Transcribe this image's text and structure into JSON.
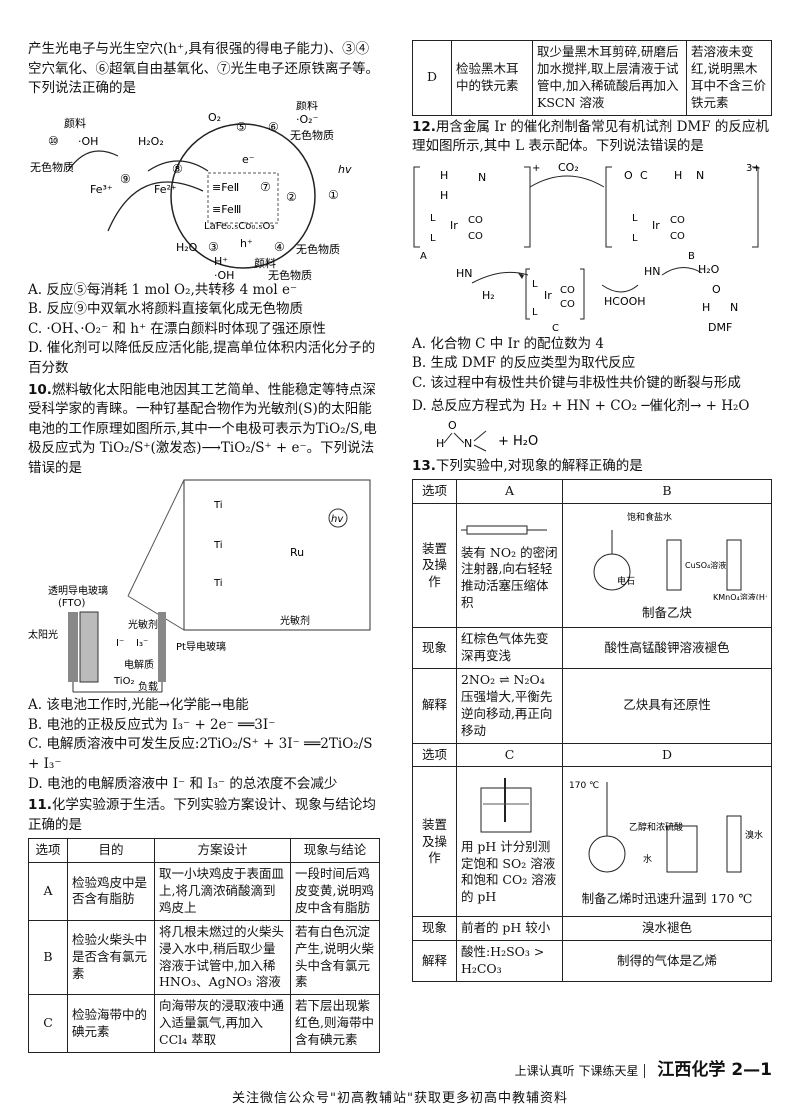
{
  "q9": {
    "intro": "产生光电子与光生空穴(h⁺,具有很强的得电子能力)、③④空穴氧化、⑥超氧自由基氧化、⑦光生电子还原铁离子等。下列说法正确的是",
    "fig": {
      "pigment_top_left": "颜料",
      "oh_left": "·OH",
      "h2o2": "H₂O₂",
      "o2": "O₂",
      "o2_radical": "·O₂⁻",
      "pigment_top_right": "颜料",
      "colorless_top": "无色物质",
      "colorless_left": "无色物质",
      "fe3": "Fe³⁺",
      "fe2": "Fe²⁺",
      "e_minus": "e⁻",
      "hv": "hv",
      "fe_ii": "≡FeⅡ",
      "fe_iii": "≡FeⅢ",
      "catalyst": "LaFe₀.₅Co₀.₅O₃",
      "hplus": "h⁺",
      "h2o": "H₂O",
      "hplus2": "H⁺",
      "oh_bottom": "·OH",
      "colorless_right": "无色物质",
      "pigment_bottom": "颜料",
      "colorless_bottom": "无色物质",
      "n10": "⑩",
      "n9": "⑨",
      "n8": "⑧",
      "n7": "⑦",
      "n6": "⑥",
      "n5": "⑤",
      "n4": "④",
      "n3": "③",
      "n2": "②",
      "n1": "①"
    },
    "options": [
      "A. 反应⑤每消耗 1 mol O₂,共转移 4 mol e⁻",
      "B. 反应⑨中双氧水将颜料直接氧化成无色物质",
      "C. ·OH、·O₂⁻ 和 h⁺ 在漂白颜料时体现了强还原性",
      "D. 催化剂可以降低反应活化能,提高单位体积内活化分子的百分数"
    ]
  },
  "q10": {
    "num": "10.",
    "text": "燃料敏化太阳能电池因其工艺简单、性能稳定等特点深受科学家的青睐。一种钌基配合物作为光敏剂(S)的太阳能电池的工作原理如图所示,其中一个电极可表示为TiO₂/S,电极反应式为 TiO₂/S⁺(激发态)⟶TiO₂/S⁺ + e⁻。下列说法错误的是",
    "fig": {
      "glass": "透明导电玻璃",
      "fto": "(FTO)",
      "sunlight": "太阳光",
      "sensitizer": "光敏剂",
      "pt_glass": "Pt导电玻璃",
      "electrolyte": "电解质",
      "tio2": "TiO₂",
      "load": "负载",
      "i_minus": "I⁻",
      "i3_minus": "I₃⁻",
      "ti": "Ti",
      "ru": "Ru",
      "hv": "hv",
      "sensitizer2": "光敏剂"
    },
    "options": [
      "A. 该电池工作时,光能→化学能→电能",
      "B. 电池的正极反应式为 I₃⁻ + 2e⁻ ══3I⁻",
      "C. 电解质溶液中可发生反应:2TiO₂/S⁺ + 3I⁻ ══2TiO₂/S + I₃⁻",
      "D. 电池的电解质溶液中 I⁻ 和 I₃⁻ 的总浓度不会减少"
    ]
  },
  "q11": {
    "num": "11.",
    "text": "化学实验源于生活。下列实验方案设计、现象与结论均正确的是",
    "headers": [
      "选项",
      "目的",
      "方案设计",
      "现象与结论"
    ],
    "rows": [
      [
        "A",
        "检验鸡皮中是否含有脂肪",
        "取一小块鸡皮于表面皿上,将几滴浓硝酸滴到鸡皮上",
        "一段时间后鸡皮变黄,说明鸡皮中含有脂肪"
      ],
      [
        "B",
        "检验火柴头中是否含有氯元素",
        "将几根未燃过的火柴头浸入水中,稍后取少量溶液于试管中,加入稀HNO₃、AgNO₃ 溶液",
        "若有白色沉淀产生,说明火柴头中含有氯元素"
      ],
      [
        "C",
        "检验海带中的碘元素",
        "向海带灰的浸取液中通入适量氯气,再加入CCl₄ 萃取",
        "若下层出现紫红色,则海带中含有碘元素"
      ]
    ],
    "row_d": [
      "D",
      "检验黑木耳中的铁元素",
      "取少量黑木耳剪碎,研磨后加水搅拌,取上层清液于试管中,加入稀硫酸后再加入 KSCN 溶液",
      "若溶液未变红,说明黑木耳中不含三价铁元素"
    ]
  },
  "q12": {
    "num": "12.",
    "text": "用含金属 Ir 的催化剂制备常见有机试剂 DMF 的反应机理如图所示,其中 L 表示配体。下列说法错误的是",
    "fig": {
      "label_a": "A",
      "label_b": "B",
      "label_c": "C",
      "co2": "CO₂",
      "h2": "H₂",
      "h2o": "H₂O",
      "hcooh": "HCOOH",
      "dmf": "DMF",
      "hn": "HN",
      "ir": "Ir",
      "co": "CO",
      "l": "L",
      "h": "H",
      "n": "N",
      "o": "O",
      "c": "C",
      "plus": "+",
      "charge3": "3+"
    },
    "options": [
      "A. 化合物 C 中 Ir 的配位数为 4",
      "B. 生成 DMF 的反应类型为取代反应",
      "C. 该过程中有极性共价键与非极性共价键的断裂与形成",
      "D. 总反应方程式为 H₂ + HN + CO₂ ─催化剂→ + H₂O"
    ],
    "catalyst_label": "催化剂"
  },
  "q13": {
    "num": "13.",
    "text": "下列实验中,对现象的解释正确的是",
    "col_option": "选项",
    "col_a": "A",
    "col_b": "B",
    "row_apparatus": "装置及操作",
    "a_apparatus": "装有 NO₂ 的密闭注射器,向右轻轻推动活塞压缩体积",
    "b_apparatus": "制备乙炔",
    "b_fig": {
      "salt": "饱和食盐水",
      "carbide": "电石",
      "cuso4": "CuSO₄溶液",
      "kmno4": "KMnO₄溶液(H⁺)"
    },
    "row_phenomenon": "现象",
    "a_phenomenon": "红棕色气体先变深再变浅",
    "b_phenomenon": "酸性高锰酸钾溶液褪色",
    "row_explain": "解释",
    "a_explain": "2NO₂ ⇌ N₂O₄ 压强增大,平衡先逆向移动,再正向移动",
    "b_explain": "乙炔具有还原性",
    "col_c": "C",
    "col_d": "D",
    "c_apparatus": "用 pH 计分别测定饱和 SO₂ 溶液和饱和 CO₂ 溶液的 pH",
    "d_apparatus": "制备乙烯时迅速升温到 170 ℃",
    "d_fig": {
      "temp": "170 ℃",
      "ethanol": "乙醇和浓硫酸",
      "water": "水",
      "bromine": "溴水"
    },
    "c_phenomenon": "前者的 pH 较小",
    "d_phenomenon": "溴水褪色",
    "c_explain": "酸性:H₂SO₃ > H₂CO₃",
    "d_explain": "制得的气体是乙烯"
  },
  "footer": {
    "note": "关注微信公众号\"初高教辅站\"获取更多初高中教辅资料",
    "brand": "上课认真听 下课练天星",
    "subject": "江西化学",
    "page": "2—1"
  }
}
